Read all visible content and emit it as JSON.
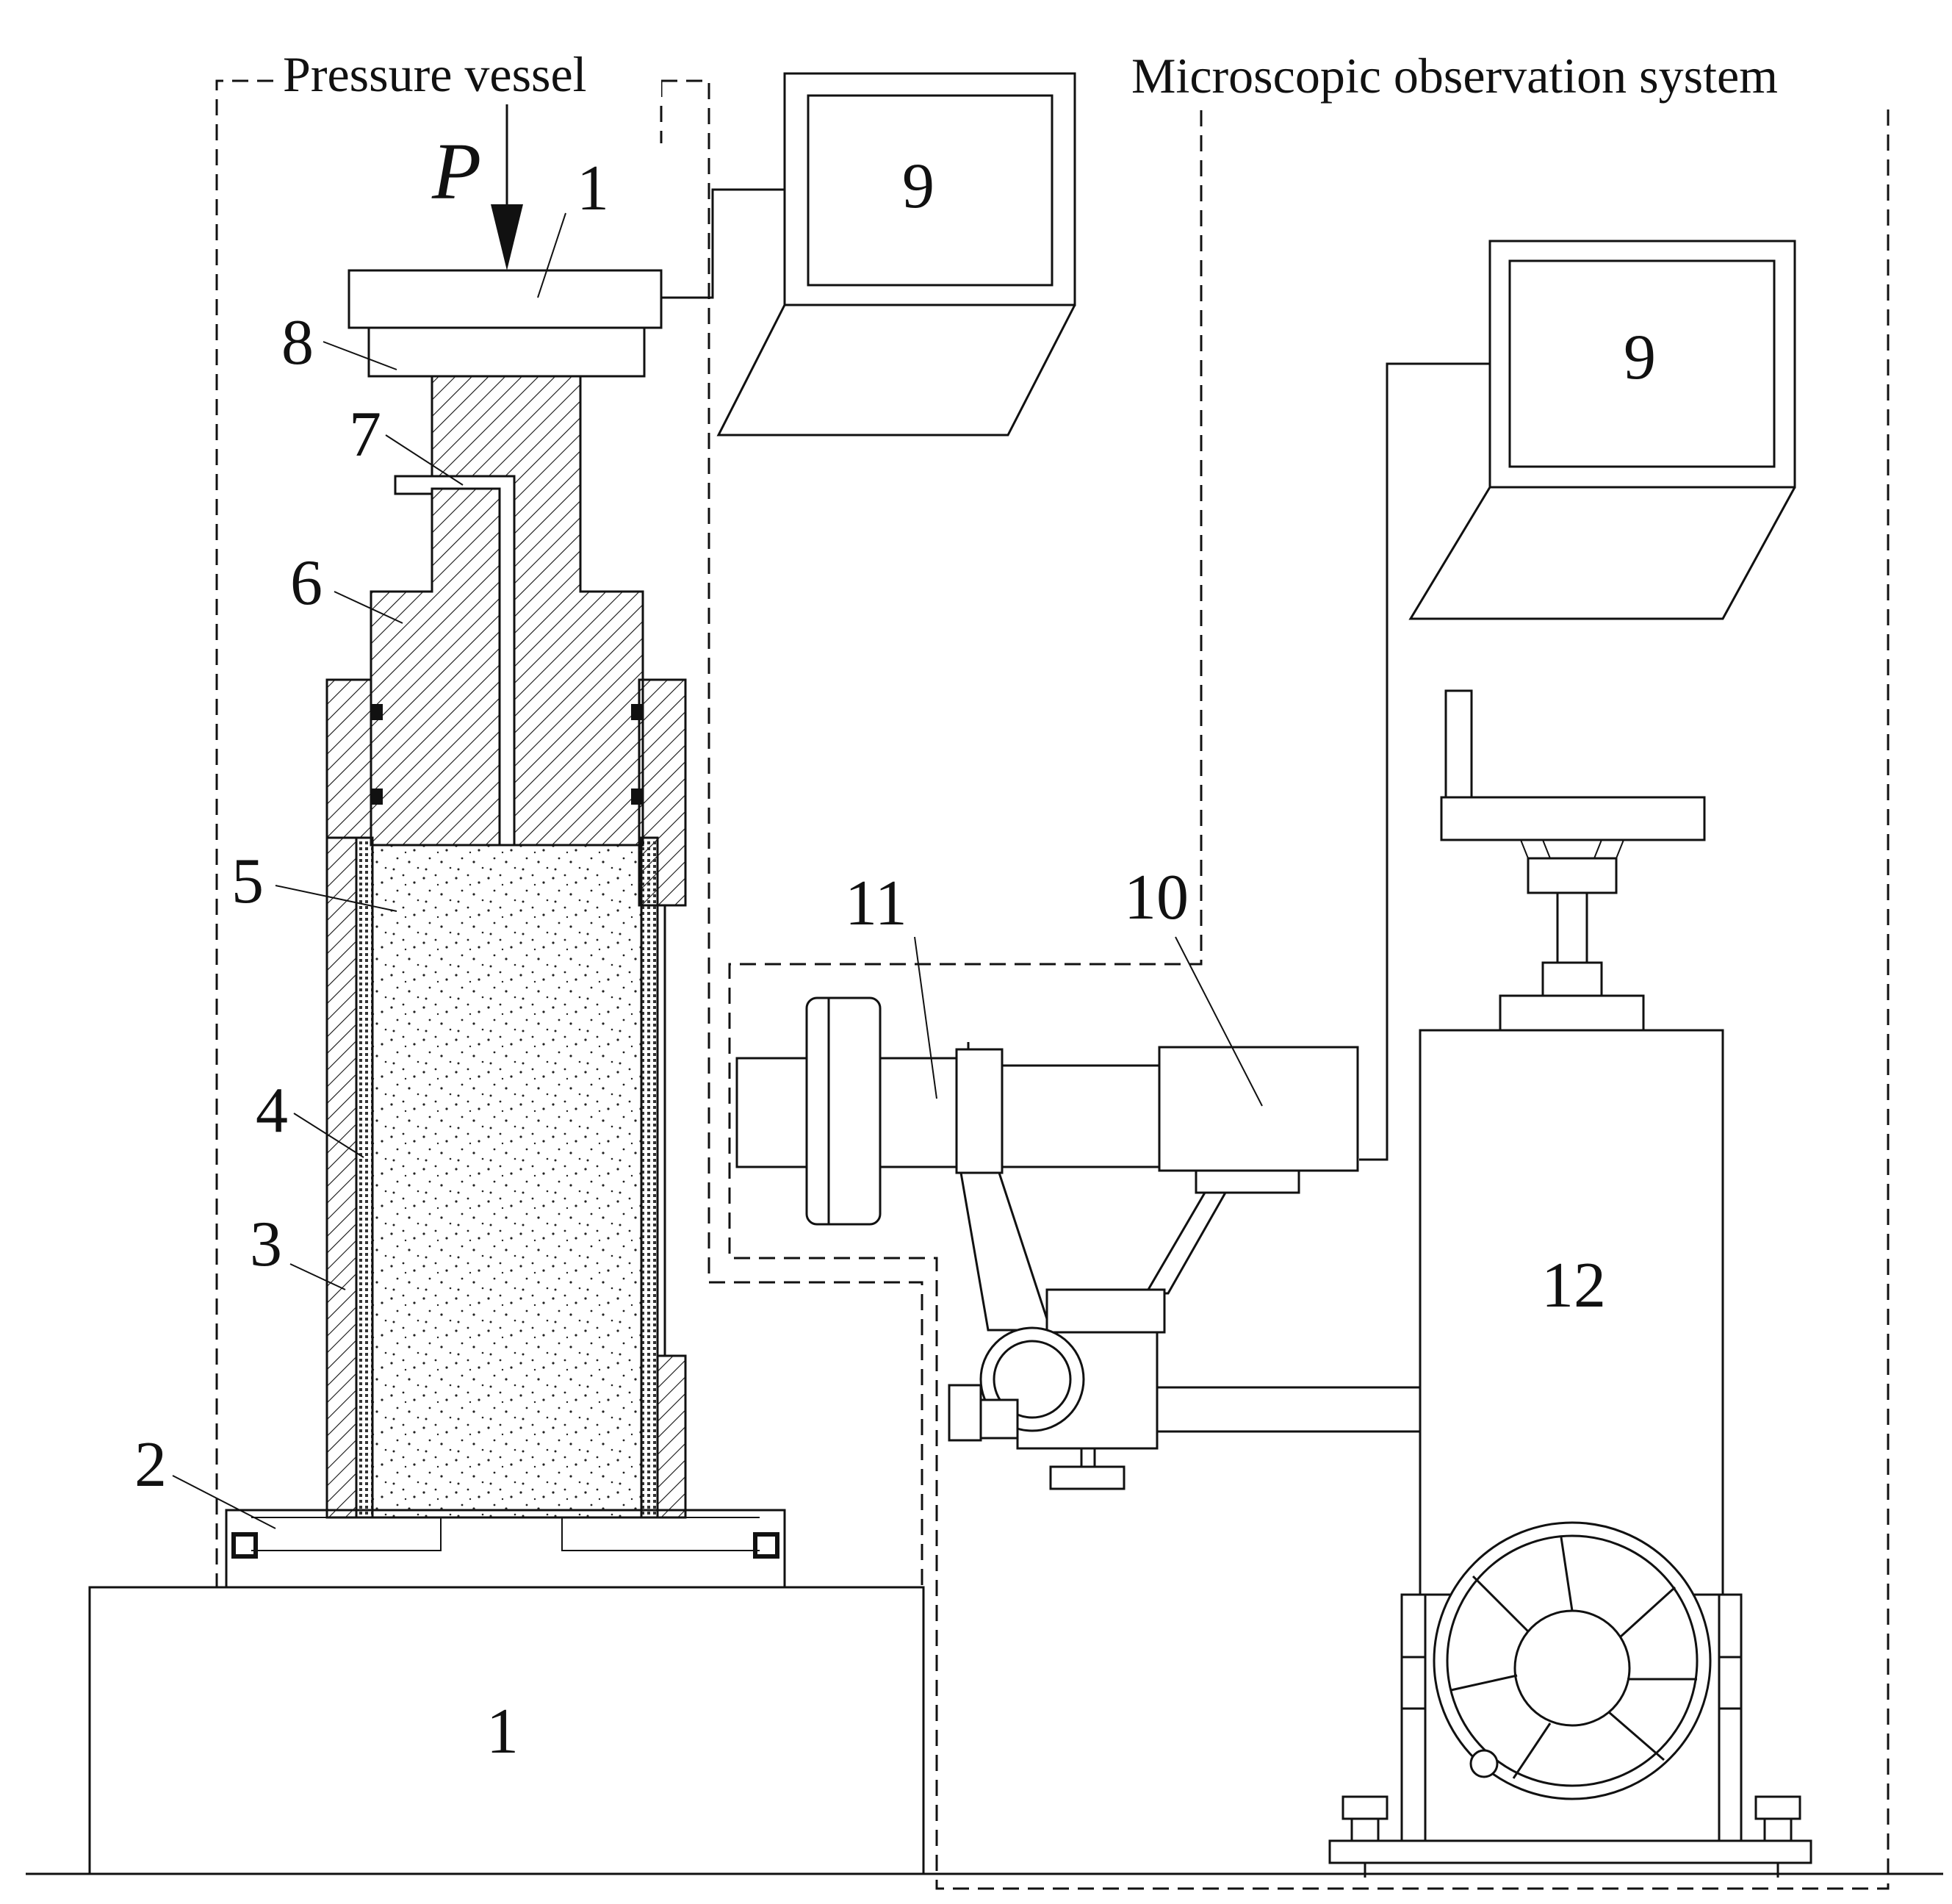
{
  "labels": {
    "pressure_vessel": "Pressure vessel",
    "microscopic_system": "Microscopic observation system",
    "load_symbol": "P",
    "n1_top": "1",
    "n1_base": "1",
    "n2": "2",
    "n3": "3",
    "n4": "4",
    "n5": "5",
    "n6": "6",
    "n7": "7",
    "n8": "8",
    "n9_left": "9",
    "n9_right": "9",
    "n10": "10",
    "n11": "11",
    "n12": "12"
  }
}
